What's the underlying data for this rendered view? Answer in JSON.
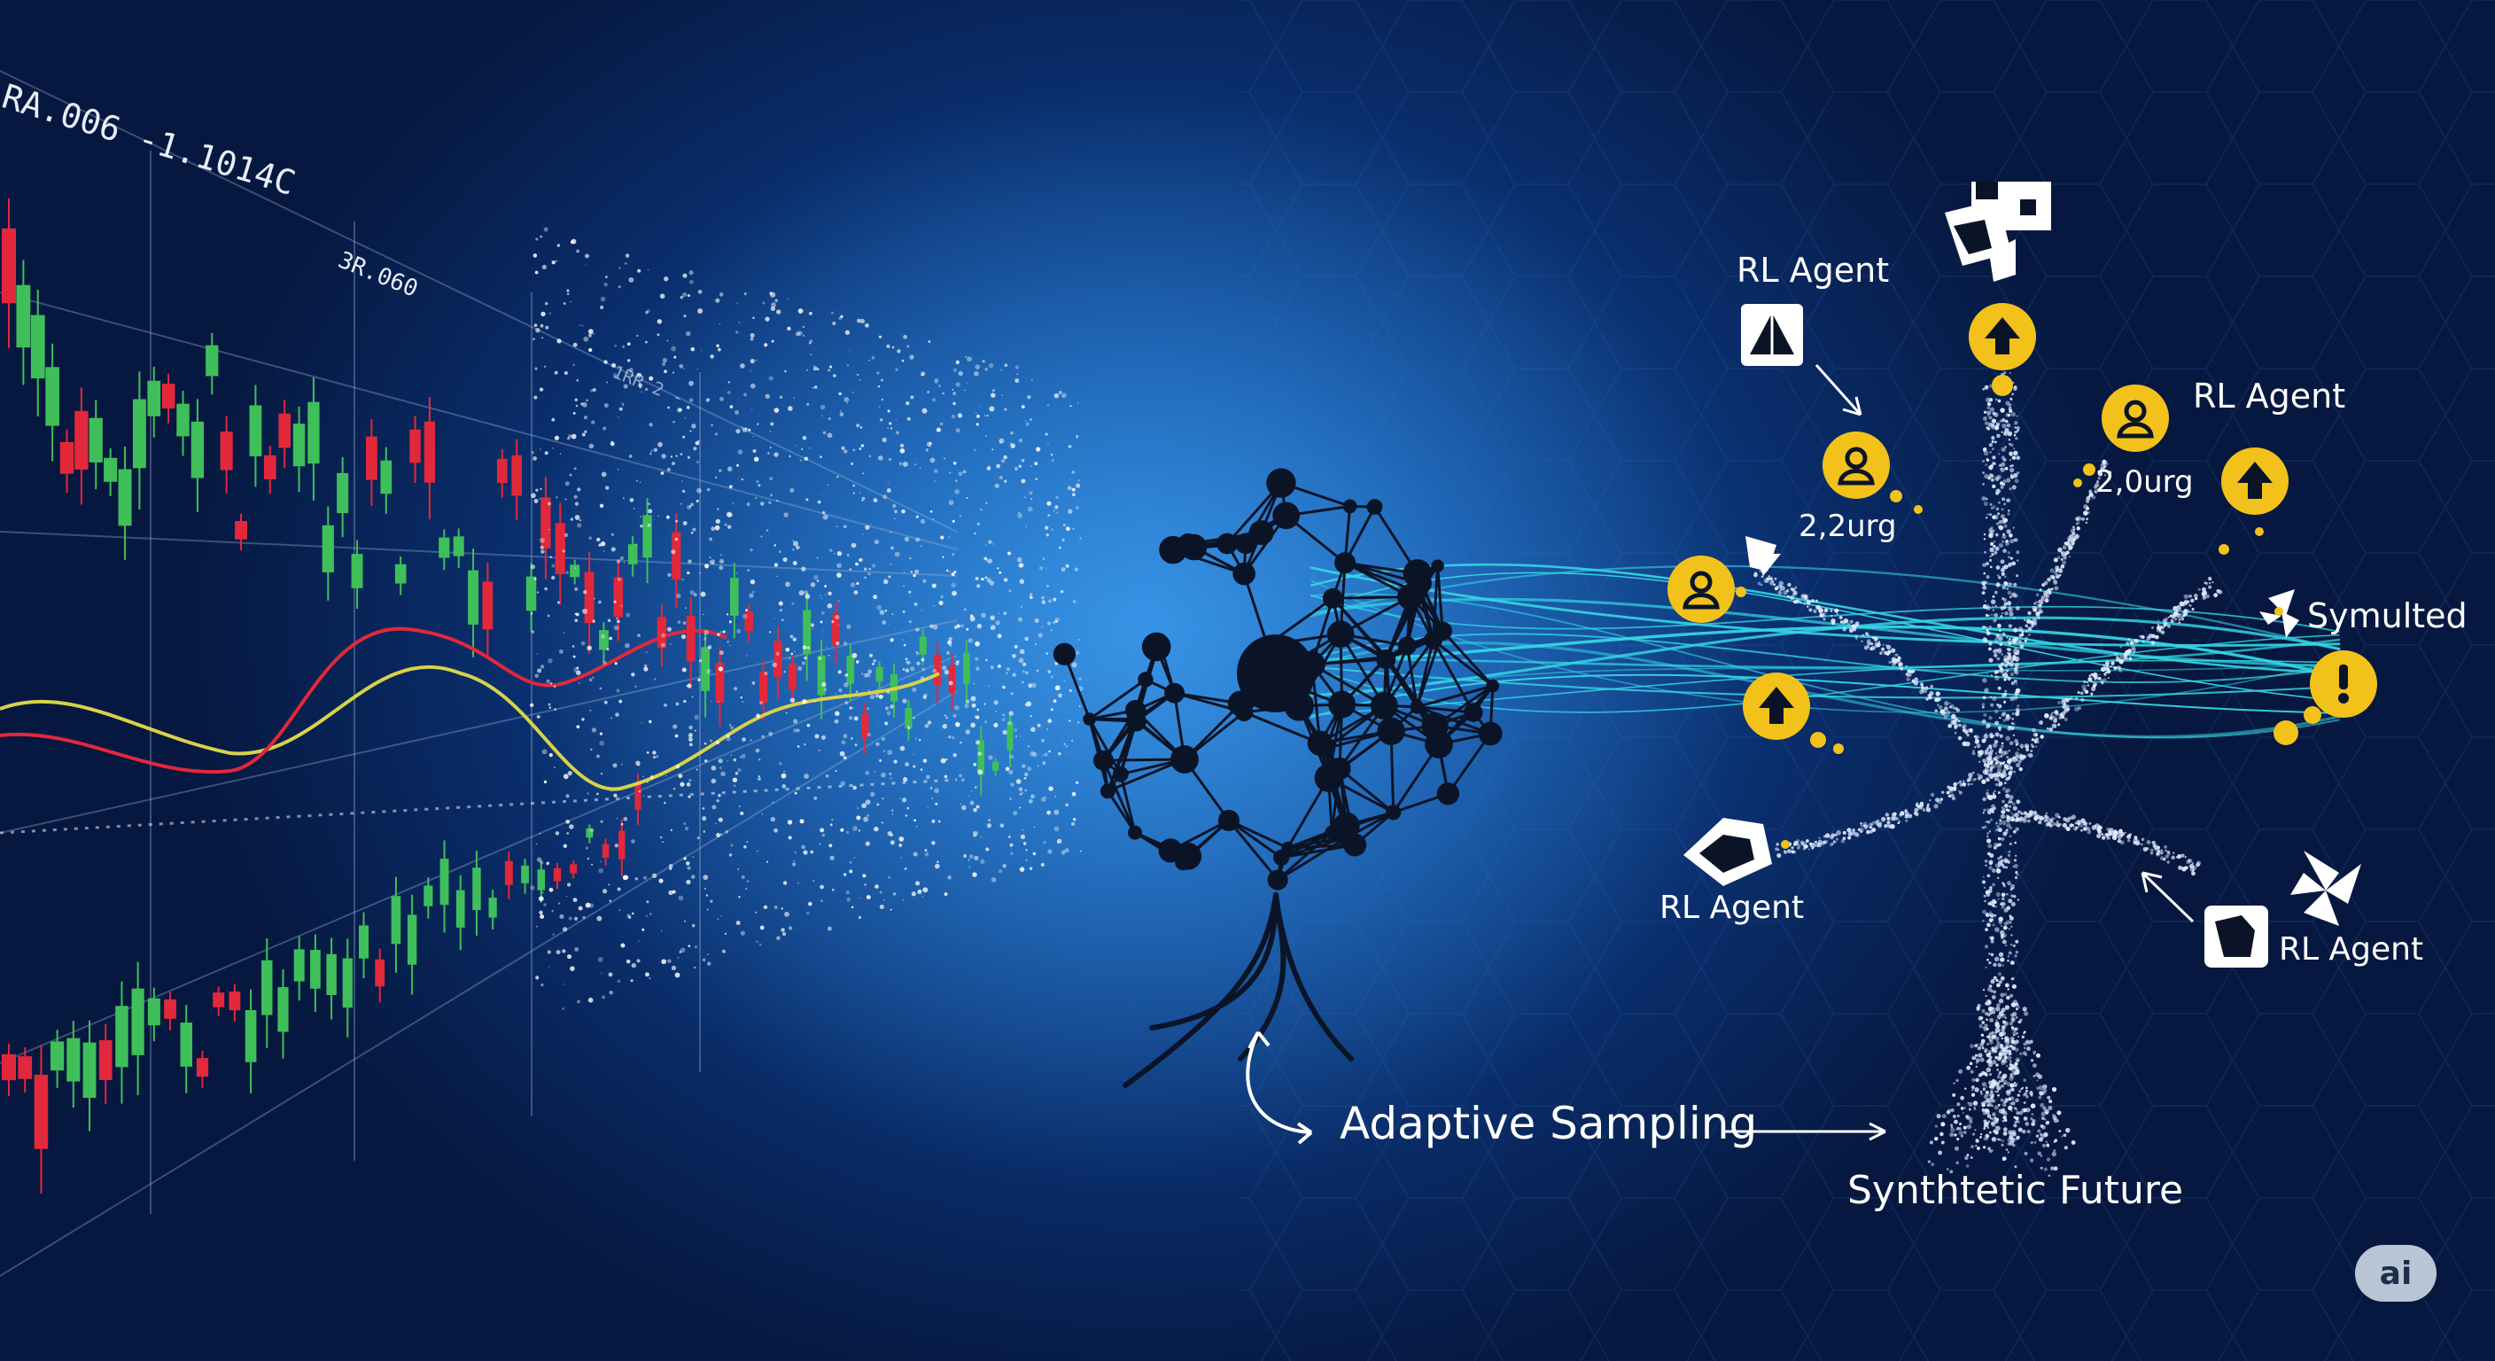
{
  "colors": {
    "bg_center": "#1c6fc9",
    "bg_edge": "#06183f",
    "candle_up": "#3fbf5a",
    "candle_down": "#e2283a",
    "moving_avg_yellow": "#d8d24a",
    "moving_avg_red": "#e2283a",
    "flow_cyan": "#35d6e6",
    "node_gold": "#f2c21b",
    "network_dark": "#0b1426"
  },
  "chart": {
    "label_top": "RA.006  -1.1014C",
    "label_mid": "3R.060",
    "label_faint": "1RR.2 -"
  },
  "labels": {
    "adaptive_sampling": "Adaptive Sampling",
    "synthetic_future": "Synthtetic Future",
    "agent_top": "RL Agent",
    "agent_right": "RL Agent",
    "agent_bottom_left": "RL Agent",
    "agent_bottom_right": "RL Agent",
    "value_left": "2,2urg",
    "value_right": "2,0urg",
    "simulated": "Symulted"
  },
  "icons": {
    "network_brain": "neural-network-brain-icon",
    "agent_pyramid": "pyramid-square-icon",
    "agent_blocks": "blocks-cluster-icon",
    "agent_hexagon": "hexagon-shield-icon",
    "agent_cube": "cube-square-icon",
    "agent_pinwheel": "pinwheel-icon",
    "gold_person": "person-node-icon",
    "gold_arrow": "up-arrow-node-icon",
    "gold_alert": "exclamation-node-icon"
  },
  "badge": {
    "text": "ai"
  }
}
